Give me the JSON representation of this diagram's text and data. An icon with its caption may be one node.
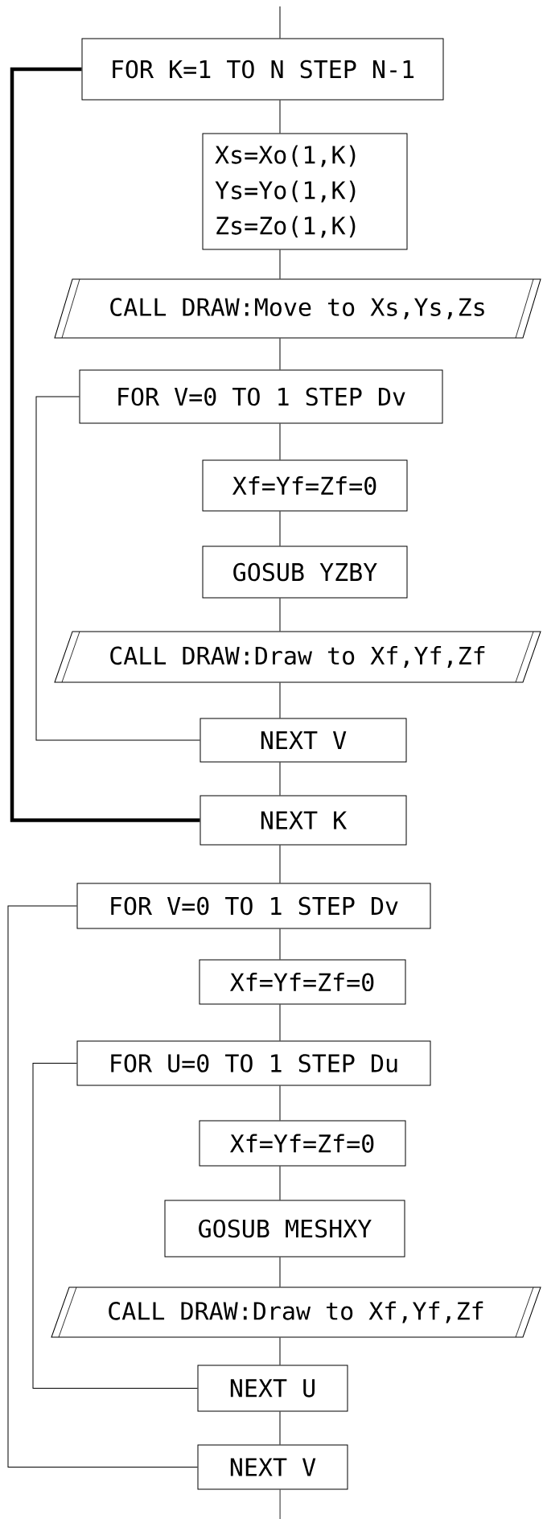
{
  "diagram": {
    "nodes": [
      {
        "text": [
          "FOR K=1 TO N STEP N-1"
        ]
      },
      {
        "text": [
          "Xs=Xo(1,K) Ys=Yo(1,K) Zs=Zo(1,K)"
        ]
      },
      {
        "text": [
          "CALL DRAW:Move to Xs,Ys,Zs"
        ]
      },
      {
        "text": [
          "FOR V=0 TO 1 STEP Dv"
        ]
      },
      {
        "text": [
          "Xf=Yf=Zf=0"
        ]
      },
      {
        "text": [
          "GOSUB YZBY"
        ]
      },
      {
        "text": [
          "CALL DRAW:Draw to Xf,Yf,Zf"
        ]
      },
      {
        "text": [
          "NEXT V"
        ]
      },
      {
        "text": [
          "NEXT K"
        ]
      },
      {
        "text": [
          "FOR V=0 TO 1 STEP Dv"
        ]
      },
      {
        "text": [
          "Xf=Yf=Zf=0"
        ]
      },
      {
        "text": [
          "FOR U=0 TO 1 STEP Du"
        ]
      },
      {
        "text": [
          "Xf=Yf=Zf=0"
        ]
      },
      {
        "text": [
          "GOSUB MESHXY"
        ]
      },
      {
        "text": [
          "CALL DRAW:Draw to Xf,Yf,Zf"
        ]
      },
      {
        "text": [
          "NEXT U"
        ]
      },
      {
        "text": [
          "NEXT V"
        ]
      }
    ],
    "edges": [
      {
        "from": null,
        "to": 0,
        "arrow": "none"
      },
      {
        "from": 0,
        "to": 1,
        "arrow": "none"
      },
      {
        "from": 1,
        "to": 2,
        "arrow": "none"
      },
      {
        "from": 2,
        "to": 3,
        "arrow": "none"
      },
      {
        "from": 3,
        "to": 4,
        "arrow": "none"
      },
      {
        "from": 4,
        "to": 5,
        "arrow": "none"
      },
      {
        "from": 5,
        "to": 6,
        "arrow": "none"
      },
      {
        "from": 6,
        "to": 7,
        "arrow": "none"
      },
      {
        "from": 7,
        "to": 8,
        "arrow": "none"
      },
      {
        "from": 8,
        "to": 9,
        "arrow": "none"
      },
      {
        "from": 9,
        "to": 10,
        "arrow": "none"
      },
      {
        "from": 10,
        "to": 11,
        "arrow": "none"
      },
      {
        "from": 11,
        "to": 12,
        "arrow": "none"
      },
      {
        "from": 12,
        "to": 13,
        "arrow": "none"
      },
      {
        "from": 13,
        "to": 14,
        "arrow": "none"
      },
      {
        "from": 14,
        "to": 15,
        "arrow": "none"
      },
      {
        "from": 15,
        "to": 16,
        "arrow": "none"
      },
      {
        "from": 16,
        "to": null,
        "arrow": "none"
      },
      {
        "from": 7,
        "to": 3,
        "arrow": "none"
      },
      {
        "from": 8,
        "to": 0,
        "arrow": "none",
        "style": "thick"
      },
      {
        "from": 15,
        "to": 11,
        "arrow": "none"
      },
      {
        "from": 16,
        "to": 9,
        "arrow": "none"
      }
    ]
  }
}
